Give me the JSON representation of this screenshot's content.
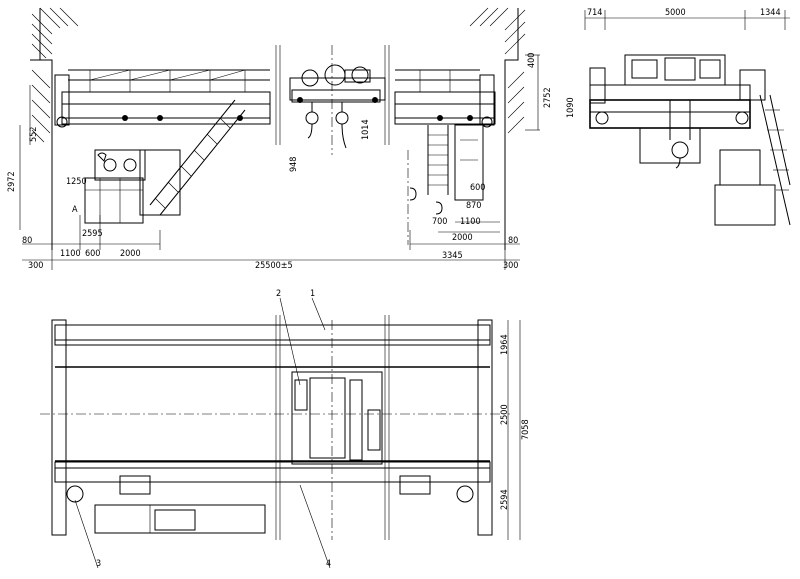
{
  "front_view": {
    "dims": {
      "left_height": "2972",
      "left_530": "552",
      "right_height": "2752",
      "top_400": "400",
      "hook_1014": "1014",
      "hook_948": "948",
      "d1250": "1250",
      "label_A": "A",
      "d2595": "2595",
      "d80_left": "80",
      "d80_right": "80",
      "d1100": "1100",
      "d600_left": "600",
      "d2000_left": "2000",
      "d300_left": "300",
      "span": "25500±5",
      "d3345": "3345",
      "d300_right": "300",
      "d600_right": "600",
      "d870": "870",
      "d700": "700",
      "d1100_right": "1100",
      "d2000_right": "2000"
    }
  },
  "side_view": {
    "dims": {
      "d714": "714",
      "d5000": "5000",
      "d1344": "1344",
      "d1090": "1090"
    }
  },
  "plan_view": {
    "dims": {
      "d1964": "1964",
      "d2500": "2500",
      "d7058": "7058",
      "d2594": "2594"
    },
    "callouts": [
      "1",
      "2",
      "3",
      "4"
    ]
  }
}
